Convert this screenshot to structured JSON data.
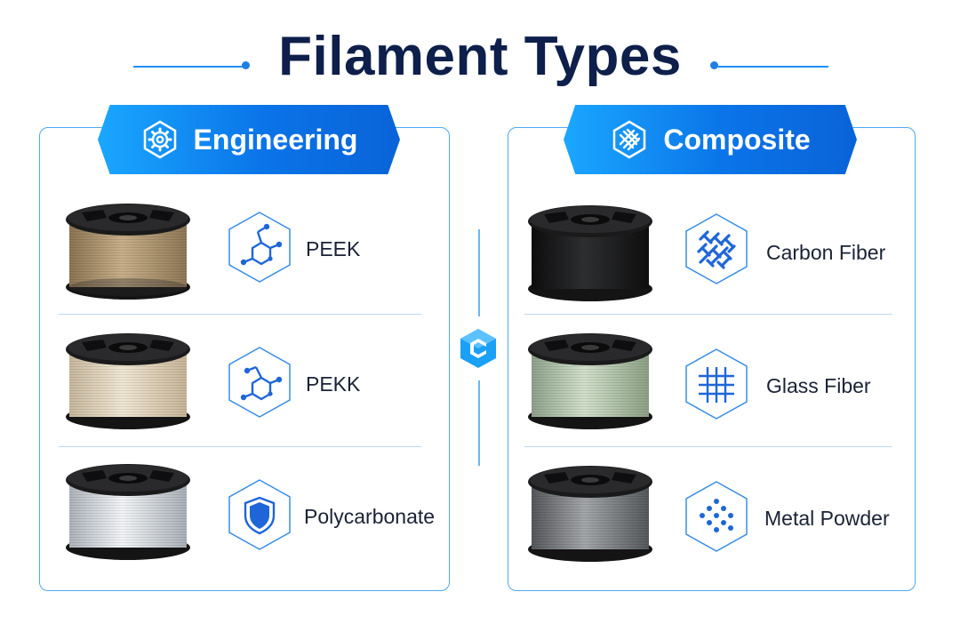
{
  "header": {
    "title": "Filament Types"
  },
  "colors": {
    "accent": "#1e7fe0",
    "title": "#0d1f4a",
    "banner_start": "#1aa7ff",
    "banner_end": "#0a63d8"
  },
  "panels": {
    "engineering": {
      "title": "Engineering",
      "icon": "gear-icon",
      "items": [
        {
          "label": "PEEK",
          "icon": "molecule-icon",
          "spool_color": "#b49a72"
        },
        {
          "label": "PEKK",
          "icon": "molecule-icon",
          "spool_color": "#e2d4bb"
        },
        {
          "label": "Polycarbonate",
          "icon": "shield-icon",
          "spool_color": "#d8dde3"
        }
      ]
    },
    "composite": {
      "title": "Composite",
      "icon": "fiber-mesh-icon",
      "items": [
        {
          "label": "Carbon Fiber",
          "icon": "woven-fiber-icon",
          "spool_color": "#1c1c1e"
        },
        {
          "label": "Glass Fiber",
          "icon": "grid-mesh-icon",
          "spool_color": "#b9cbb3"
        },
        {
          "label": "Metal Powder",
          "icon": "powder-dots-icon",
          "spool_color": "#7b7e82"
        }
      ]
    }
  }
}
